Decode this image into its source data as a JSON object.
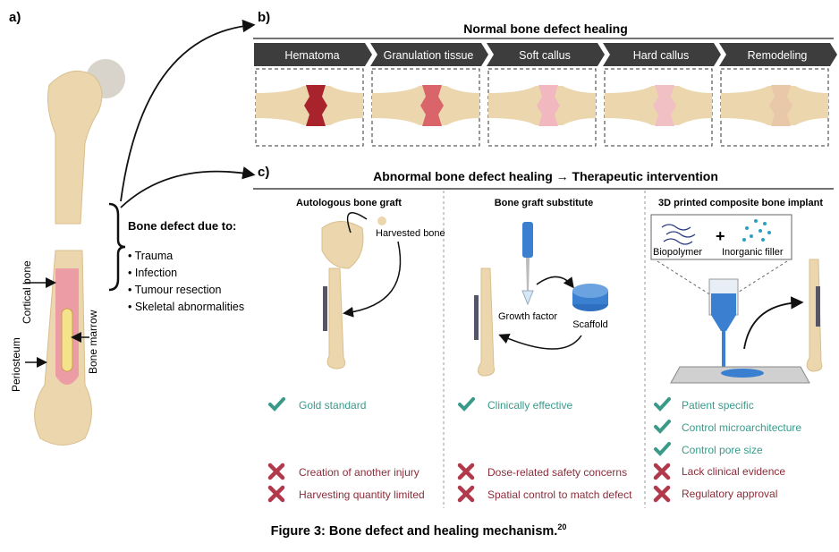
{
  "panel_labels": {
    "a": "a)",
    "b": "b)",
    "c": "c)"
  },
  "panel_a": {
    "defect_title": "Bone defect due to:",
    "causes": [
      "• Trauma",
      "• Infection",
      "• Tumour resection",
      "• Skeletal abnormalities"
    ],
    "labels": {
      "cortical_bone": "Cortical bone",
      "periosteum": "Periosteum",
      "bone_marrow": "Bone marrow"
    }
  },
  "panel_b": {
    "title": "Normal bone defect healing",
    "stages": [
      "Hematoma",
      "Granulation tissue",
      "Soft callus",
      "Hard callus",
      "Remodeling"
    ],
    "stage_colors": [
      "#a8232b",
      "#d9646a",
      "#f2b8c0",
      "#f0c0c4",
      "#e8c8a8"
    ]
  },
  "panel_c": {
    "title": "Abnormal bone defect healing → Therapeutic intervention",
    "columns": [
      {
        "title": "Autologous bone graft",
        "annotations": [
          "Harvested bone"
        ],
        "pros": [
          "Gold standard"
        ],
        "cons": [
          "Creation of another injury",
          "Harvesting quantity limited"
        ]
      },
      {
        "title": "Bone graft substitute",
        "annotations": [
          "Growth factor",
          "Scaffold"
        ],
        "pros": [
          "Clinically effective"
        ],
        "cons": [
          "Dose-related safety concerns",
          "Spatial control to match defect"
        ]
      },
      {
        "title": "3D printed composite bone implant",
        "annotations": [
          "Biopolymer",
          "Inorganic filler"
        ],
        "pros": [
          "Patient specific",
          "Control microarchitecture",
          "Control pore size"
        ],
        "cons": [
          "Lack clinical evidence",
          "Regulatory approval"
        ]
      }
    ]
  },
  "caption": {
    "text": "Figure 3: Bone defect and healing mechanism.",
    "ref": "20"
  },
  "colors": {
    "bone": "#ecd6ae",
    "check": "#3a9a8a",
    "cross": "#b2384b",
    "chevron": "#3d3d3d",
    "blue": "#3a7fd0"
  }
}
